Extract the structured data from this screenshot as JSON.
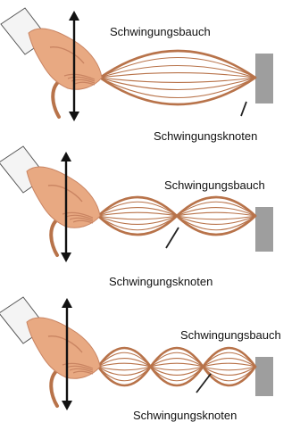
{
  "colors": {
    "rope": "#b8734a",
    "wall": "#9e9e9e",
    "arrow": "#111111",
    "skin": "#e8a982",
    "skin_shadow": "#c98462",
    "sleeve": "#f4f4f4",
    "pointer": "#222222"
  },
  "panels": [
    {
      "segments": 1,
      "antinode_label": "Schwingungsbauch",
      "node_label": "Schwingungsknoten"
    },
    {
      "segments": 2,
      "antinode_label": "Schwingungsbauch",
      "node_label": "Schwingungsknoten"
    },
    {
      "segments": 3,
      "antinode_label": "Schwingungsbauch",
      "node_label": "Schwingungsknoten"
    }
  ]
}
